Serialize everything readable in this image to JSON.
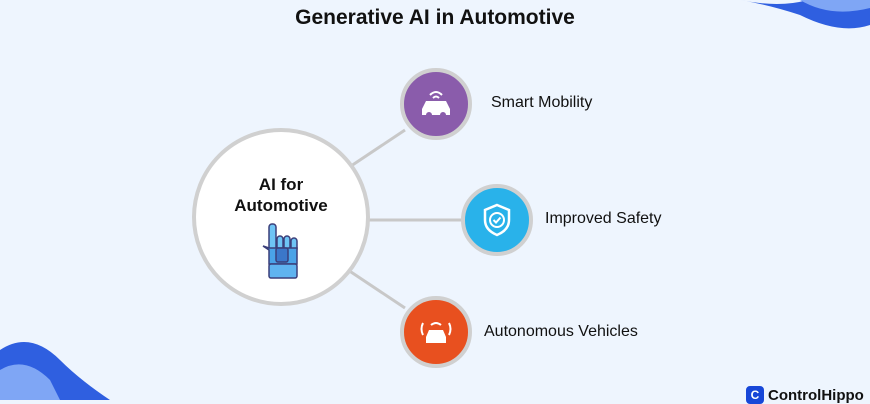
{
  "title": "Generative AI in Automotive",
  "center": {
    "line1": "AI for",
    "line2": "Automotive",
    "icon": "robot-hand-icon"
  },
  "nodes": [
    {
      "label": "Smart Mobility",
      "color": "#8a5cab",
      "icon": "connected-car-icon"
    },
    {
      "label": "Improved Safety",
      "color": "#29b2ea",
      "icon": "shield-check-icon"
    },
    {
      "label": "Autonomous Vehicles",
      "color": "#e8501f",
      "icon": "autonomous-car-icon"
    }
  ],
  "logo": {
    "text": "ControlHippo",
    "mark": "C"
  }
}
